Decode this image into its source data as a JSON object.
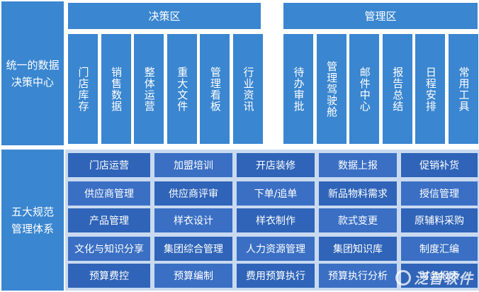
{
  "left_labels": {
    "decision_center": [
      "统一的数据",
      "决策中心"
    ],
    "norm_system": [
      "五大规范",
      "管理体系"
    ]
  },
  "decision_zone": {
    "title": "决策区",
    "columns": [
      "门店库存",
      "销售数据",
      "整体运营",
      "重大文件",
      "管理看板",
      "行业资讯"
    ]
  },
  "management_zone": {
    "title": "管理区",
    "columns": [
      "待办审批",
      "管理驾驶舱",
      "邮件中心",
      "报告总结",
      "日程安排",
      "常用工具"
    ]
  },
  "grid": [
    [
      "门店运营",
      "加盟培训",
      "开店装修",
      "数据上报",
      "促销补货"
    ],
    [
      "供应商管理",
      "供应商评审",
      "下单/追单",
      "新品物料需求",
      "授信管理"
    ],
    [
      "产品管理",
      "样衣设计",
      "样衣制作",
      "款式变更",
      "原辅料采购"
    ],
    [
      "文化与知识分享",
      "集团综合管理",
      "人力资源管理",
      "集团知识库",
      "制度汇编"
    ],
    [
      "预算费控",
      "预算编制",
      "费用预算执行",
      "预算执行分析",
      "财务报表"
    ]
  ],
  "watermark": "泛普软件"
}
